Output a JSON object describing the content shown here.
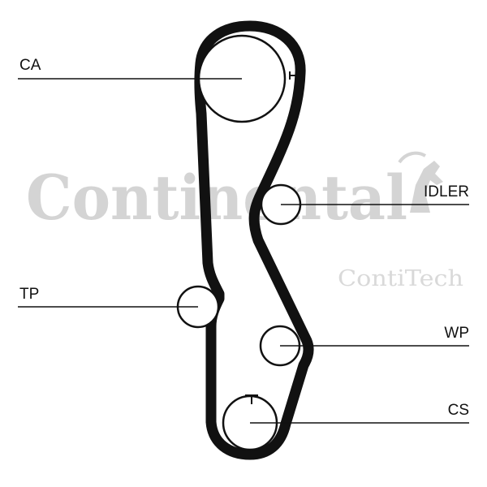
{
  "diagram": {
    "labels": {
      "ca": "CA",
      "idler": "IDLER",
      "tp": "TP",
      "wp": "WP",
      "cs": "CS"
    },
    "watermark": {
      "brand": "Continental",
      "sub_brand": "ContiTech"
    },
    "colors": {
      "belt": "#111111",
      "watermark": "#d4d4d4"
    }
  }
}
